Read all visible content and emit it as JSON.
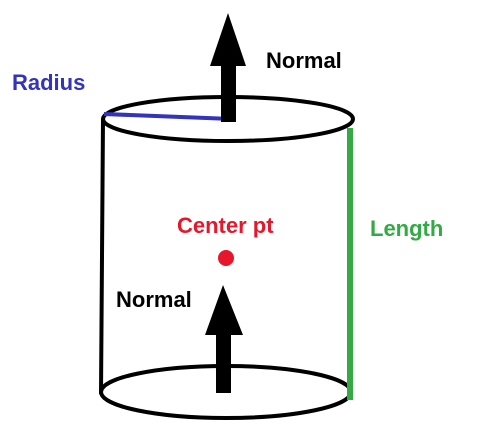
{
  "labels": {
    "normal_top": "Normal",
    "radius": "Radius",
    "center": "Center pt",
    "length": "Length",
    "normal_bottom": "Normal"
  },
  "colors": {
    "outline": "#000000",
    "radius": "#3333bb",
    "length": "#33aa44",
    "center": "#e8162a",
    "arrow": "#000000",
    "background": "#ffffff"
  }
}
